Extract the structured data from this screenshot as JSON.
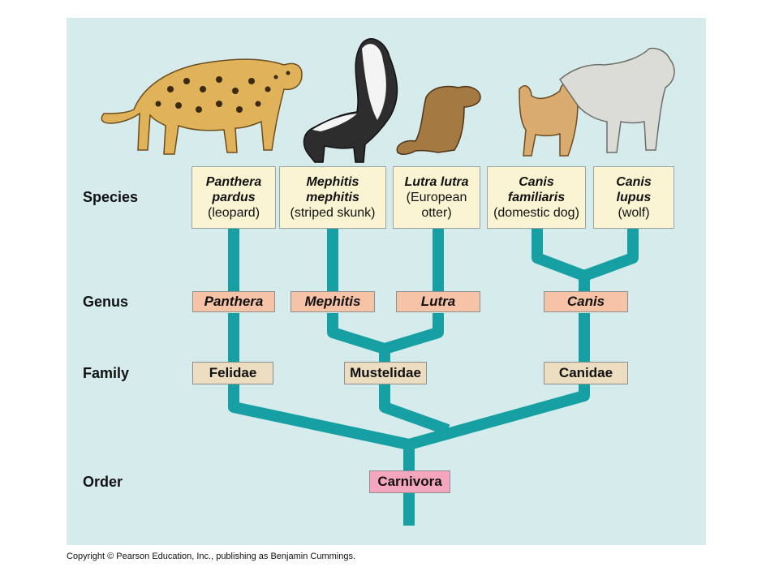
{
  "ranks": {
    "species": "Species",
    "genus": "Genus",
    "family": "Family",
    "order": "Order"
  },
  "species": [
    {
      "sci_line1": "Panthera",
      "sci_line2": "pardus",
      "common": "(leopard)"
    },
    {
      "sci_line1": "Mephitis",
      "sci_line2": "mephitis",
      "common": "(striped skunk)"
    },
    {
      "sci_line1": "Lutra lutra",
      "sci_line2": "",
      "common": "(European otter)"
    },
    {
      "sci_line1": "Canis",
      "sci_line2": "familiaris",
      "common": "(domestic dog)"
    },
    {
      "sci_line1": "Canis",
      "sci_line2": "lupus",
      "common": "(wolf)"
    }
  ],
  "otter_common_line1": "(European",
  "otter_common_line2": "otter)",
  "genera": [
    "Panthera",
    "Mephitis",
    "Lutra",
    "Canis"
  ],
  "families": [
    "Felidae",
    "Mustelidae",
    "Canidae"
  ],
  "order": "Carnivora",
  "copyright": "Copyright © Pearson Education, Inc., publishing as Benjamin Cummings.",
  "colors": {
    "background": "#d6ecec",
    "branch": "#17a0a3",
    "species_box": "#fbf4d2",
    "genus_box": "#f7c3a7",
    "family_box": "#ecdcc0",
    "order_box": "#f3a6bd"
  },
  "illustrations": [
    "leopard-illustration",
    "skunk-illustration",
    "otter-illustration",
    "dog-illustration",
    "wolf-illustration"
  ]
}
